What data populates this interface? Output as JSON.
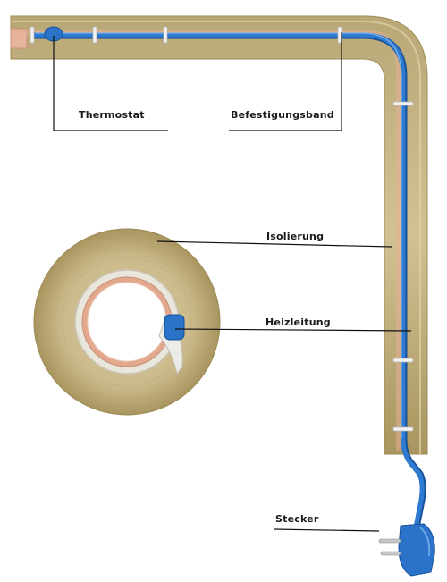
{
  "labels": {
    "thermostat": "Thermostat",
    "clamp_band": "Befestigungsband",
    "insulation": "Isolierung",
    "heating_cable": "Heizleitung",
    "plug": "Stecker"
  },
  "colors": {
    "insulation": "#c9b98a",
    "insulation_dark": "#a8955f",
    "pipe_copper": "#e9b59c",
    "cable_blue": "#2a73c9",
    "cable_dark": "#17519a",
    "band_white": "#f2f2f2",
    "leader_line": "#111111"
  }
}
